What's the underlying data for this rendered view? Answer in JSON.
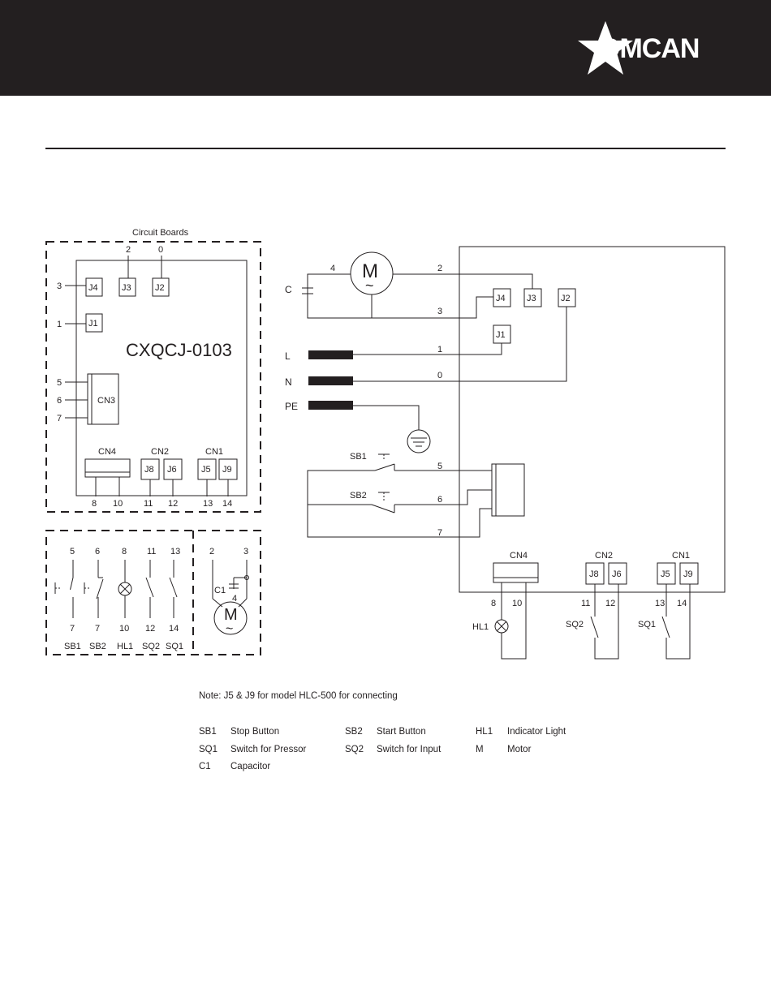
{
  "header": {
    "brand": "OMCAN",
    "background_color": "#231f20",
    "logo_icon": "star-icon"
  },
  "diagram": {
    "circuit_board_title": "Circuit Boards",
    "board_model": "CXQCJ-0103",
    "board_connectors": {
      "j4": "J4",
      "j3": "J3",
      "j2": "J2",
      "j1": "J1",
      "cn3": "CN3",
      "cn4": "CN4",
      "cn2": "CN2",
      "cn1": "CN1",
      "j8": "J8",
      "j6": "J6",
      "j5": "J5",
      "j9": "J9"
    },
    "board_pins": {
      "top_2": "2",
      "top_0": "0",
      "left_3": "3",
      "left_1": "1",
      "left_5": "5",
      "left_6": "6",
      "left_7": "7",
      "b_8": "8",
      "b_10": "10",
      "b_11": "11",
      "b_12": "12",
      "b_13": "13",
      "b_14": "14"
    },
    "components_panel": {
      "top_5": "5",
      "top_6": "6",
      "top_8": "8",
      "top_11": "11",
      "top_13": "13",
      "bot_7a": "7",
      "bot_7b": "7",
      "bot_10": "10",
      "bot_12": "12",
      "bot_14": "14",
      "sb1": "SB1",
      "sb2": "SB2",
      "hl1": "HL1",
      "sq2": "SQ2",
      "sq1": "SQ1",
      "motor_2": "2",
      "motor_3": "3",
      "c1": "C1",
      "c1_4": "4",
      "motor_m": "M",
      "motor_tilde": "~"
    },
    "wiring": {
      "w4": "4",
      "w2": "2",
      "w3": "3",
      "w1": "1",
      "w0": "0",
      "c": "C",
      "l": "L",
      "n": "N",
      "pe": "PE",
      "motor_m": "M",
      "motor_tilde": "~",
      "sb1": "SB1",
      "sb2": "SB2",
      "w5": "5",
      "w6": "6",
      "w7": "7",
      "j4": "J4",
      "j3": "J3",
      "j2": "J2",
      "j1": "J1",
      "cn4": "CN4",
      "cn2": "CN2",
      "cn1": "CN1",
      "j8": "J8",
      "j6": "J6",
      "j5": "J5",
      "j9": "J9",
      "p8": "8",
      "p10": "10",
      "p11": "11",
      "p12": "12",
      "p13": "13",
      "p14": "14",
      "hl1": "HL1",
      "sq2": "SQ2",
      "sq1": "SQ1"
    }
  },
  "note": "Note: J5 & J9 for model HLC-500 for connecting",
  "legend": [
    {
      "code": "SB1",
      "desc": "Stop Button"
    },
    {
      "code": "SB2",
      "desc": "Start Button"
    },
    {
      "code": "HL1",
      "desc": "Indicator Light"
    },
    {
      "code": "SQ1",
      "desc": "Switch for Pressor"
    },
    {
      "code": "SQ2",
      "desc": "Switch for Input"
    },
    {
      "code": "M",
      "desc": "Motor"
    },
    {
      "code": "C1",
      "desc": "Capacitor"
    }
  ]
}
